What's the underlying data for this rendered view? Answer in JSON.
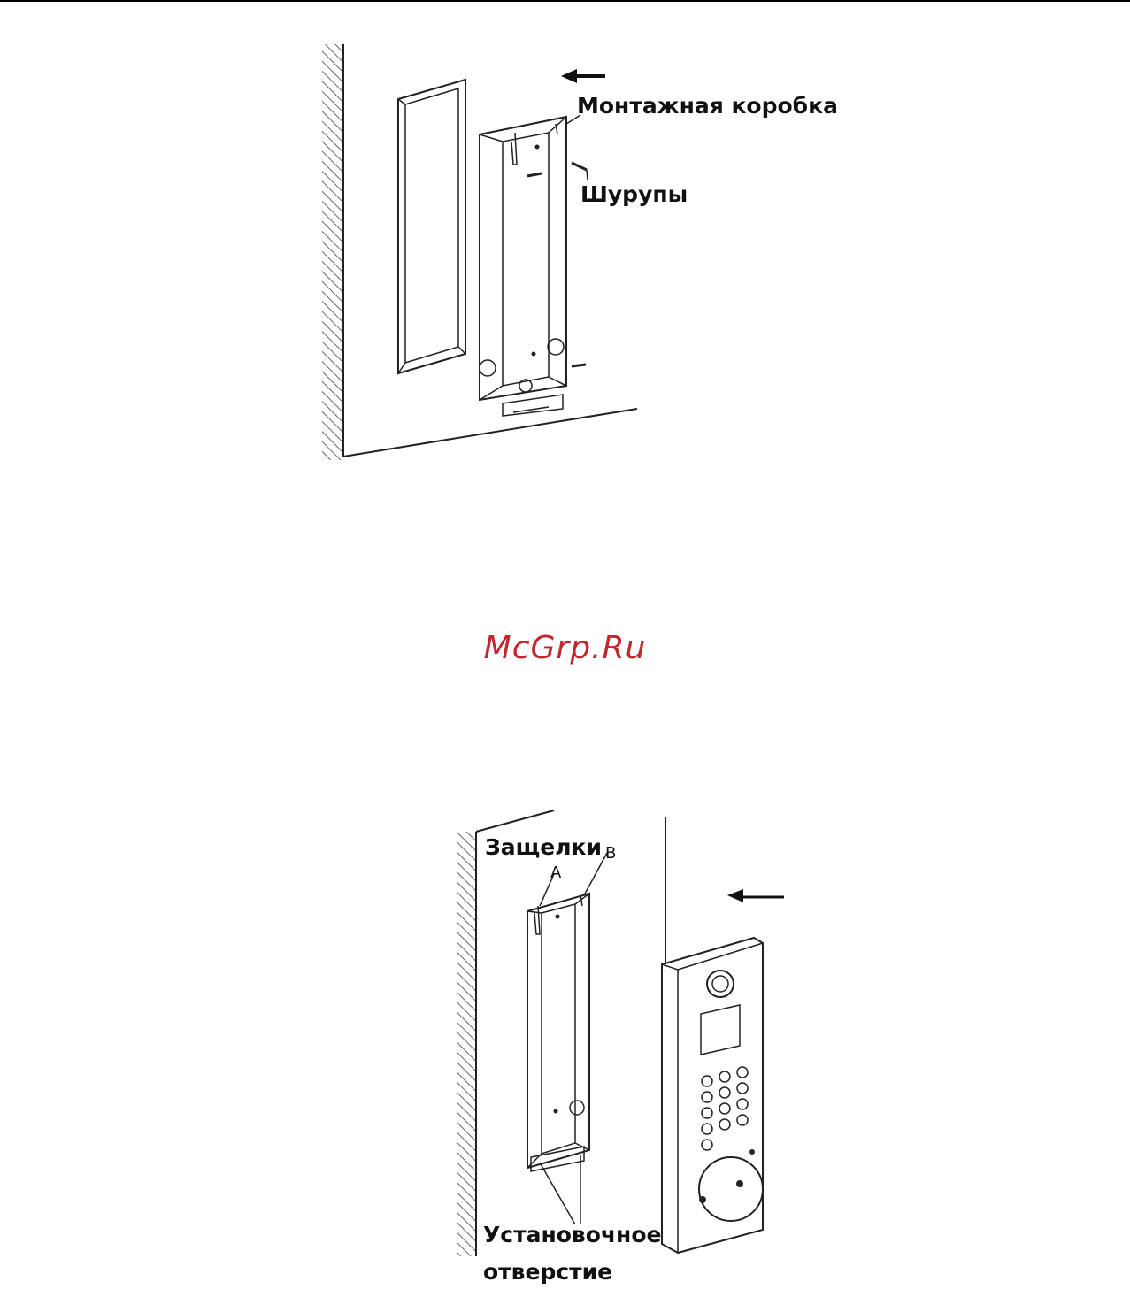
{
  "figure1": {
    "labels": {
      "mounting_box": "Монтажная коробка",
      "screws": "Шурупы"
    }
  },
  "watermark": {
    "text": "McGrp.Ru",
    "color": "#c0282d"
  },
  "figure2": {
    "labels": {
      "latches": "Защелки",
      "latch_a": "A",
      "latch_b": "B",
      "mount_hole_line1": "Установочное",
      "mount_hole_line2": "отверстие"
    }
  }
}
